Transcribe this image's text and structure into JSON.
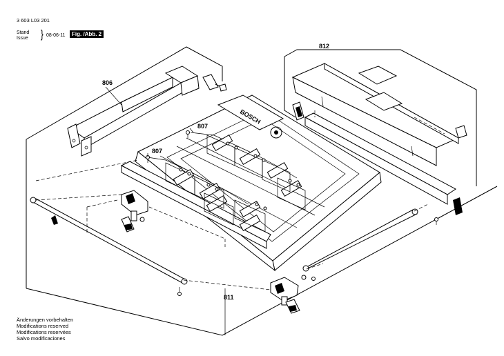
{
  "header": {
    "doc_number": "3 603 L03 201",
    "stand": "Stand",
    "issue": "Issue",
    "brace": "}",
    "date": "08-06-11",
    "figure": "Fig. /Abb. 2"
  },
  "callouts": {
    "c806": "806",
    "c807a": "807",
    "c807b": "807",
    "c811": "811",
    "c812": "812"
  },
  "brand": "BOSCH",
  "notes": [
    "Änderungen vorbehalten",
    "Modifications reserved",
    "Modifications reservées",
    "Salvo modificaciones"
  ]
}
